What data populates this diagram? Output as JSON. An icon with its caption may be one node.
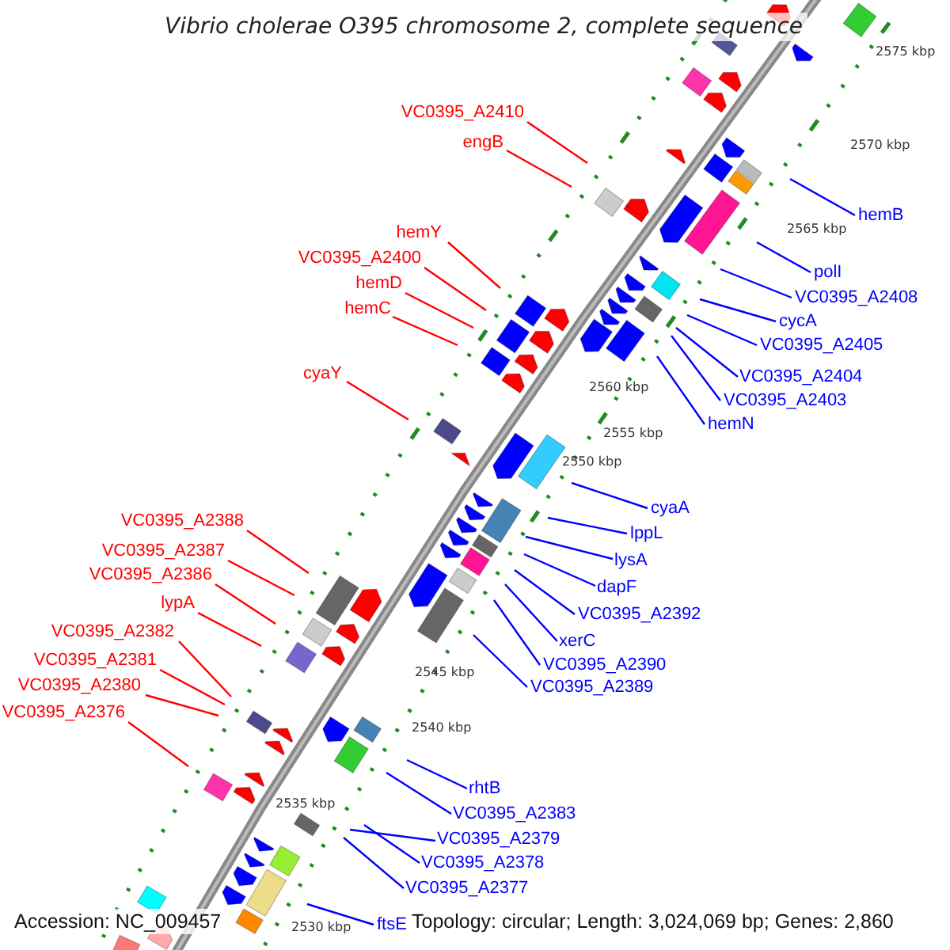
{
  "diagram": {
    "title": "Vibrio cholerae O395 chromosome 2, complete sequence",
    "nodes": [
      {
        "text": [
          "VC0395_A2410"
        ]
      },
      {
        "text": [
          "engB"
        ]
      },
      {
        "text": [
          "hemY"
        ]
      },
      {
        "text": [
          "VC0395_A2400"
        ]
      },
      {
        "text": [
          "hemD"
        ]
      },
      {
        "text": [
          "hemC"
        ]
      },
      {
        "text": [
          "cyaY"
        ]
      },
      {
        "text": [
          "VC0395_A2388"
        ]
      },
      {
        "text": [
          "VC0395_A2387"
        ]
      },
      {
        "text": [
          "VC0395_A2386"
        ]
      },
      {
        "text": [
          "lypA"
        ]
      },
      {
        "text": [
          "VC0395_A2382"
        ]
      },
      {
        "text": [
          "VC0395_A2381"
        ]
      },
      {
        "text": [
          "VC0395_A2380"
        ]
      },
      {
        "text": [
          "VC0395_A2376"
        ]
      },
      {
        "text": [
          "hemB"
        ]
      },
      {
        "text": [
          "polI"
        ]
      },
      {
        "text": [
          "VC0395_A2408"
        ]
      },
      {
        "text": [
          "cycA"
        ]
      },
      {
        "text": [
          "VC0395_A2405"
        ]
      },
      {
        "text": [
          "VC0395_A2404"
        ]
      },
      {
        "text": [
          "VC0395_A2403"
        ]
      },
      {
        "text": [
          "hemN"
        ]
      },
      {
        "text": [
          "cyaA"
        ]
      },
      {
        "text": [
          "lppL"
        ]
      },
      {
        "text": [
          "lysA"
        ]
      },
      {
        "text": [
          "dapF"
        ]
      },
      {
        "text": [
          "VC0395_A2392"
        ]
      },
      {
        "text": [
          "xerC"
        ]
      },
      {
        "text": [
          "VC0395_A2390"
        ]
      },
      {
        "text": [
          "VC0395_A2389"
        ]
      },
      {
        "text": [
          "rhtB"
        ]
      },
      {
        "text": [
          "VC0395_A2383"
        ]
      },
      {
        "text": [
          "VC0395_A2379"
        ]
      },
      {
        "text": [
          "VC0395_A2378"
        ]
      },
      {
        "text": [
          "VC0395_A2377"
        ]
      },
      {
        "text": [
          "ftsE"
        ]
      }
    ],
    "edges": [
      {
        "from": 0,
        "to": null,
        "arrow": "none",
        "color": "#ff0000"
      },
      {
        "from": 1,
        "to": null,
        "arrow": "none",
        "color": "#ff0000"
      },
      {
        "from": 2,
        "to": null,
        "arrow": "none",
        "color": "#ff0000"
      },
      {
        "from": 3,
        "to": null,
        "arrow": "none",
        "color": "#ff0000"
      },
      {
        "from": 4,
        "to": null,
        "arrow": "none",
        "color": "#ff0000"
      },
      {
        "from": 5,
        "to": null,
        "arrow": "none",
        "color": "#ff0000"
      },
      {
        "from": 6,
        "to": null,
        "arrow": "none",
        "color": "#ff0000"
      },
      {
        "from": 7,
        "to": null,
        "arrow": "none",
        "color": "#ff0000"
      },
      {
        "from": 8,
        "to": null,
        "arrow": "none",
        "color": "#ff0000"
      },
      {
        "from": 9,
        "to": null,
        "arrow": "none",
        "color": "#ff0000"
      },
      {
        "from": 10,
        "to": null,
        "arrow": "none",
        "color": "#ff0000"
      },
      {
        "from": 11,
        "to": null,
        "arrow": "none",
        "color": "#ff0000"
      },
      {
        "from": 12,
        "to": null,
        "arrow": "none",
        "color": "#ff0000"
      },
      {
        "from": 13,
        "to": null,
        "arrow": "none",
        "color": "#ff0000"
      },
      {
        "from": 14,
        "to": null,
        "arrow": "none",
        "color": "#ff0000"
      },
      {
        "from": 15,
        "to": null,
        "arrow": "none"
      },
      {
        "from": 16,
        "to": null,
        "arrow": "none"
      },
      {
        "from": 17,
        "to": null,
        "arrow": "none"
      },
      {
        "from": 18,
        "to": null,
        "arrow": "none"
      },
      {
        "from": 19,
        "to": null,
        "arrow": "none"
      },
      {
        "from": 20,
        "to": null,
        "arrow": "none"
      },
      {
        "from": 21,
        "to": null,
        "arrow": "none"
      },
      {
        "from": 22,
        "to": null,
        "arrow": "none"
      },
      {
        "from": 23,
        "to": null,
        "arrow": "none"
      },
      {
        "from": 24,
        "to": null,
        "arrow": "none"
      },
      {
        "from": 25,
        "to": null,
        "arrow": "none"
      },
      {
        "from": 26,
        "to": null,
        "arrow": "none"
      },
      {
        "from": 27,
        "to": null,
        "arrow": "none"
      },
      {
        "from": 28,
        "to": null,
        "arrow": "none"
      },
      {
        "from": 29,
        "to": null,
        "arrow": "none"
      },
      {
        "from": 30,
        "to": null,
        "arrow": "none"
      },
      {
        "from": 31,
        "to": null,
        "arrow": "none"
      },
      {
        "from": 32,
        "to": null,
        "arrow": "none"
      },
      {
        "from": 33,
        "to": null,
        "arrow": "none"
      },
      {
        "from": 34,
        "to": null,
        "arrow": "none"
      },
      {
        "from": 35,
        "to": null,
        "arrow": "none"
      },
      {
        "from": 36,
        "to": null,
        "arrow": "none"
      }
    ],
    "labels": [
      "2575 kbp",
      "2570 kbp",
      "2565 kbp",
      "2560 kbp",
      "2555 kbp",
      "2550 kbp",
      "2545 kbp",
      "2540 kbp",
      "2535 kbp",
      "2530 kbp",
      "Accession: NC_009457",
      "Topology: circular; Length: 3,024,069 bp; Genes: 2,860"
    ]
  }
}
